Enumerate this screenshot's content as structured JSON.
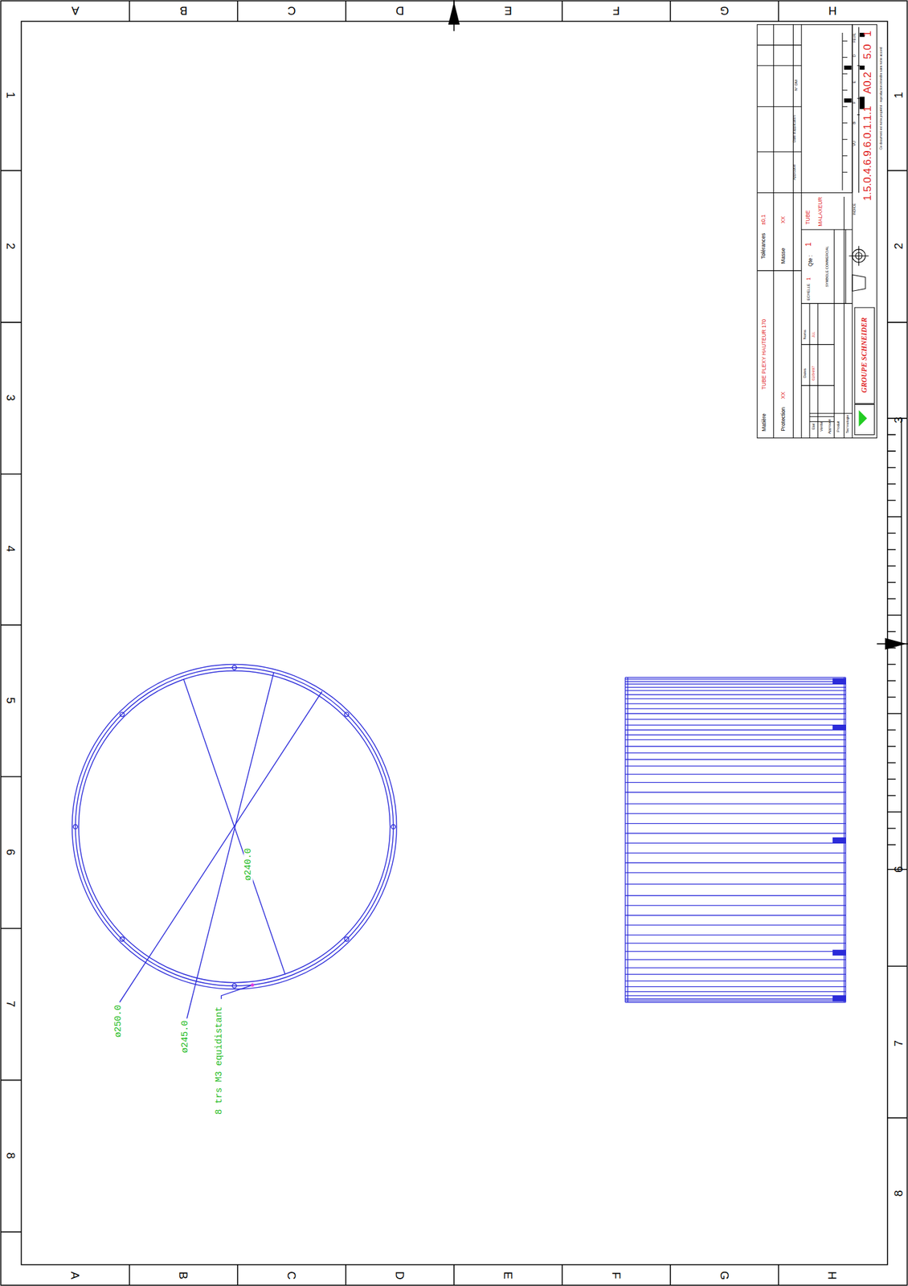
{
  "diagram": {
    "labels": [
      "A",
      "B",
      "C",
      "D",
      "E",
      "F",
      "G",
      "H",
      "A",
      "B",
      "C",
      "D",
      "E",
      "F",
      "G",
      "H",
      "1",
      "2",
      "3",
      "4",
      "5",
      "6",
      "7",
      "8",
      "1",
      "2",
      "3",
      "6",
      "7",
      "8",
      "ø250.0",
      "ø245.0",
      "ø240.0",
      "8 trs M3 equidistant",
      "Matière",
      "TUBE PLEXY HAUTEUR 170",
      "Protection",
      "XX",
      "Tolérances",
      "±0,1",
      "Masse",
      "XX",
      "Etat",
      "Vérifié",
      "Approuvé",
      "Produit",
      "Technologie",
      "Dates",
      "02/04/97",
      "Noms",
      "JLL",
      "ECHELLE",
      "1",
      "Qte :",
      "1",
      "SYMBOLE COMMERCIAL",
      "TUBE",
      "MALAXEUR",
      "GROUPE SCHNEIDER",
      "Approuvé",
      "Date d'application",
      "N° DM",
      "INDICE",
      "VU",
      "B",
      "F",
      "E",
      "D",
      "FEUIL",
      "1.5.0.4.6.9.6.0.1.1.1",
      "A0.2",
      "5.0",
      "1",
      "Ce document est notre propriété - reproduction interdite sans notre accord"
    ]
  }
}
